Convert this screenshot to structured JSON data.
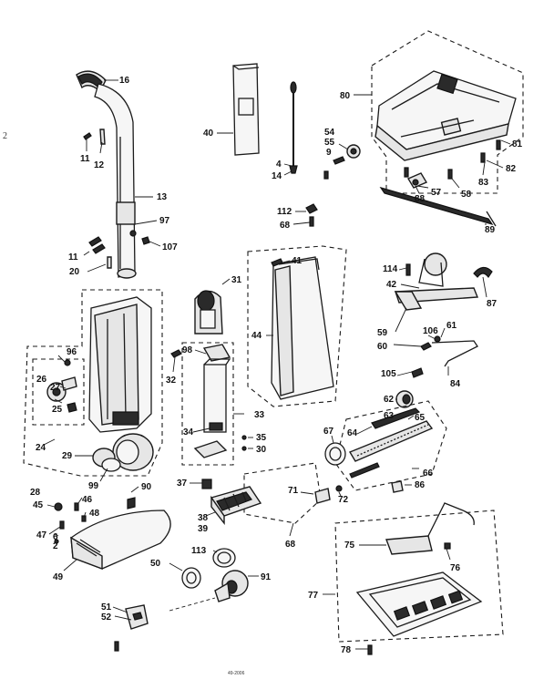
{
  "figure": {
    "stray_mark": "2",
    "drawing_code": "49-2006"
  },
  "callouts": [
    {
      "id": "c16",
      "text": "16"
    },
    {
      "id": "c40",
      "text": "40"
    },
    {
      "id": "c80",
      "text": "80"
    },
    {
      "id": "c11a",
      "text": "11"
    },
    {
      "id": "c12",
      "text": "12"
    },
    {
      "id": "c13",
      "text": "13"
    },
    {
      "id": "c54",
      "text": "54"
    },
    {
      "id": "c55",
      "text": "55"
    },
    {
      "id": "c9",
      "text": "9"
    },
    {
      "id": "c81",
      "text": "81"
    },
    {
      "id": "c4",
      "text": "4"
    },
    {
      "id": "c14",
      "text": "14"
    },
    {
      "id": "c82",
      "text": "82"
    },
    {
      "id": "c83",
      "text": "83"
    },
    {
      "id": "c57",
      "text": "57"
    },
    {
      "id": "c58",
      "text": "58"
    },
    {
      "id": "c88",
      "text": "88"
    },
    {
      "id": "c112",
      "text": "112"
    },
    {
      "id": "c68a",
      "text": "68"
    },
    {
      "id": "c97",
      "text": "97"
    },
    {
      "id": "c89",
      "text": "89"
    },
    {
      "id": "c107",
      "text": "107"
    },
    {
      "id": "c11b",
      "text": "11"
    },
    {
      "id": "c20",
      "text": "20"
    },
    {
      "id": "c41",
      "text": "41"
    },
    {
      "id": "c114",
      "text": "114"
    },
    {
      "id": "c31",
      "text": "31"
    },
    {
      "id": "c42",
      "text": "42"
    },
    {
      "id": "c87",
      "text": "87"
    },
    {
      "id": "c44",
      "text": "44"
    },
    {
      "id": "c59",
      "text": "59"
    },
    {
      "id": "c106",
      "text": "106"
    },
    {
      "id": "c61",
      "text": "61"
    },
    {
      "id": "c60",
      "text": "60"
    },
    {
      "id": "c96",
      "text": "96"
    },
    {
      "id": "c98",
      "text": "98"
    },
    {
      "id": "c32",
      "text": "32"
    },
    {
      "id": "c84",
      "text": "84"
    },
    {
      "id": "c105",
      "text": "105"
    },
    {
      "id": "c26",
      "text": "26"
    },
    {
      "id": "c27",
      "text": "27"
    },
    {
      "id": "c62",
      "text": "62"
    },
    {
      "id": "c63",
      "text": "63"
    },
    {
      "id": "c33",
      "text": "33"
    },
    {
      "id": "c65",
      "text": "65"
    },
    {
      "id": "c25",
      "text": "25"
    },
    {
      "id": "c67",
      "text": "67"
    },
    {
      "id": "c64",
      "text": "64"
    },
    {
      "id": "c34",
      "text": "34"
    },
    {
      "id": "c24",
      "text": "24"
    },
    {
      "id": "c35",
      "text": "35"
    },
    {
      "id": "c30",
      "text": "30"
    },
    {
      "id": "c29",
      "text": "29"
    },
    {
      "id": "c66",
      "text": "66"
    },
    {
      "id": "c86",
      "text": "86"
    },
    {
      "id": "c28",
      "text": "28"
    },
    {
      "id": "c99",
      "text": "99"
    },
    {
      "id": "c90",
      "text": "90"
    },
    {
      "id": "c37",
      "text": "37"
    },
    {
      "id": "c71",
      "text": "71"
    },
    {
      "id": "c72",
      "text": "72"
    },
    {
      "id": "c45",
      "text": "45"
    },
    {
      "id": "c46",
      "text": "46"
    },
    {
      "id": "c48",
      "text": "48"
    },
    {
      "id": "c38",
      "text": "38"
    },
    {
      "id": "c39",
      "text": "39"
    },
    {
      "id": "c47",
      "text": "47"
    },
    {
      "id": "c6",
      "text": "6"
    },
    {
      "id": "c2",
      "text": "2"
    },
    {
      "id": "c68b",
      "text": "68"
    },
    {
      "id": "c75",
      "text": "75"
    },
    {
      "id": "c76",
      "text": "76"
    },
    {
      "id": "c49",
      "text": "49"
    },
    {
      "id": "c113",
      "text": "113"
    },
    {
      "id": "c50",
      "text": "50"
    },
    {
      "id": "c91",
      "text": "91"
    },
    {
      "id": "c77",
      "text": "77"
    },
    {
      "id": "c51",
      "text": "51"
    },
    {
      "id": "c52",
      "text": "52"
    },
    {
      "id": "c78",
      "text": "78"
    }
  ]
}
